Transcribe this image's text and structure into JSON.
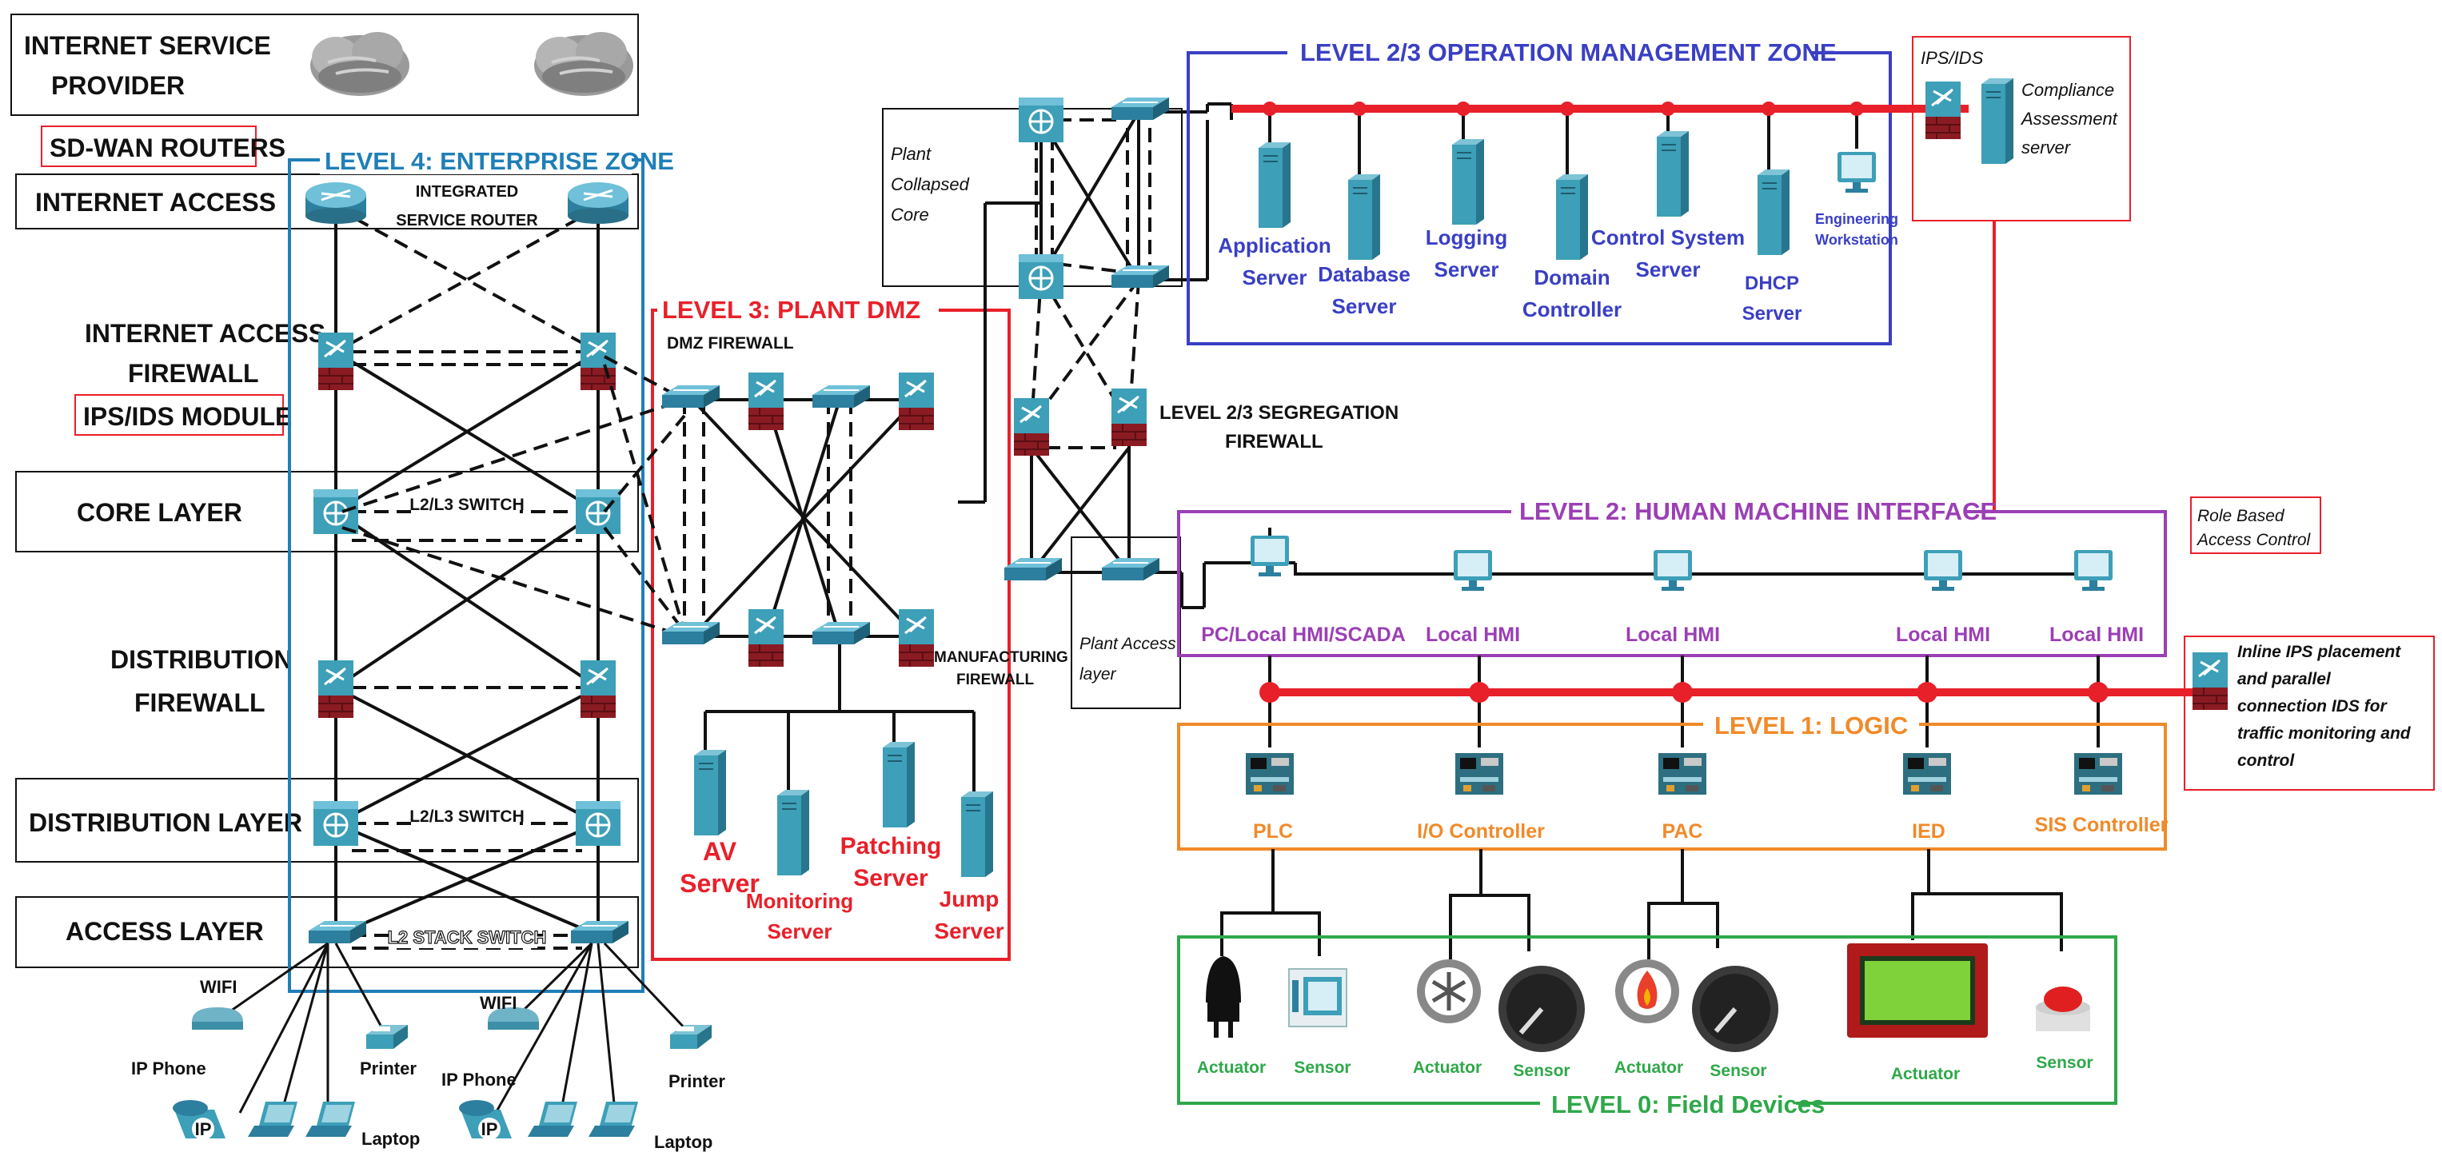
{
  "colors": {
    "enterprise": "#1f7fb8",
    "dmz": "#e8202a",
    "ops": "#3a3fc4",
    "hmi": "#9b3fb5",
    "logic": "#f08a2a",
    "field": "#2fa84a",
    "device_blue": "#3d9fb8",
    "firewall_red": "#8a1b22",
    "black": "#111111"
  },
  "left_labels": {
    "isp": "INTERNET SERVICE PROVIDER",
    "isp_line1": "INTERNET SERVICE",
    "isp_line2": "PROVIDER",
    "sdwan": "SD-WAN ROUTERS",
    "internet_access": "INTERNET ACCESS",
    "iaf_line1": "INTERNET ACCESS",
    "iaf_line2": "FIREWALL",
    "ips_module": "IPS/IDS MODULE",
    "core_layer": "CORE LAYER",
    "df_line1": "DISTRIBUTION",
    "df_line2": "FIREWALL",
    "distribution_layer": "DISTRIBUTION LAYER",
    "access_layer": "ACCESS LAYER"
  },
  "enterprise": {
    "title": "LEVEL 4: ENTERPRISE ZONE",
    "router_label_1": "INTEGRATED",
    "router_label_2": "SERVICE ROUTER",
    "core_switch": "L2/L3 SWITCH",
    "dist_switch": "L2/L3 SWITCH",
    "access_switch": "L2 STACK SWITCH"
  },
  "endpoints": {
    "wifi": "WIFI",
    "ip_phone": "IP Phone",
    "printer": "Printer",
    "laptop": "Laptop",
    "ip": "IP"
  },
  "dmz": {
    "title": "LEVEL 3: PLANT DMZ",
    "firewall": "DMZ FIREWALL",
    "mfg_fw_1": "MANUFACTURING",
    "mfg_fw_2": "FIREWALL",
    "servers": [
      {
        "l1": "AV",
        "l2": "Server"
      },
      {
        "l1": "Monitoring",
        "l2": "Server"
      },
      {
        "l1": "Patching",
        "l2": "Server"
      },
      {
        "l1": "Jump",
        "l2": "Server"
      }
    ]
  },
  "core": {
    "collapsed_1": "Plant",
    "collapsed_2": "Collapsed",
    "collapsed_3": "Core",
    "seg_1": "LEVEL 2/3 SEGREGATION",
    "seg_2": "FIREWALL",
    "access_1": "Plant Access",
    "access_2": "layer"
  },
  "ops": {
    "title": "LEVEL 2/3 OPERATION MANAGEMENT ZONE",
    "servers": [
      {
        "l1": "Application",
        "l2": "Server"
      },
      {
        "l1": "Database",
        "l2": "Server"
      },
      {
        "l1": "Logging",
        "l2": "Server"
      },
      {
        "l1": "Domain",
        "l2": "Controller"
      },
      {
        "l1": "Control System",
        "l2": "Server"
      },
      {
        "l1": "DHCP",
        "l2": "Server"
      },
      {
        "l1": "Engineering",
        "l2": "Workstation"
      }
    ],
    "ips_ids": "IPS/IDS",
    "compliance_1": "Compliance",
    "compliance_2": "Assessment",
    "compliance_3": "server"
  },
  "hmi": {
    "title": "LEVEL 2: HUMAN MACHINE INTERFACE",
    "rbac_1": "Role Based",
    "rbac_2": "Access Control",
    "nodes": [
      "PC/Local HMI/SCADA",
      "Local HMI",
      "Local HMI",
      "Local HMI",
      "Local HMI"
    ]
  },
  "logic": {
    "title": "LEVEL 1: LOGIC",
    "nodes": [
      "PLC",
      "I/O Controller",
      "PAC",
      "IED",
      "SIS Controller"
    ],
    "inline_1": "Inline IPS placement",
    "inline_2": "and parallel",
    "inline_3": "connection IDS for",
    "inline_4": "traffic monitoring and",
    "inline_5": "control"
  },
  "field": {
    "title": "LEVEL 0: Field Devices",
    "actuator": "Actuator",
    "sensor": "Sensor"
  }
}
